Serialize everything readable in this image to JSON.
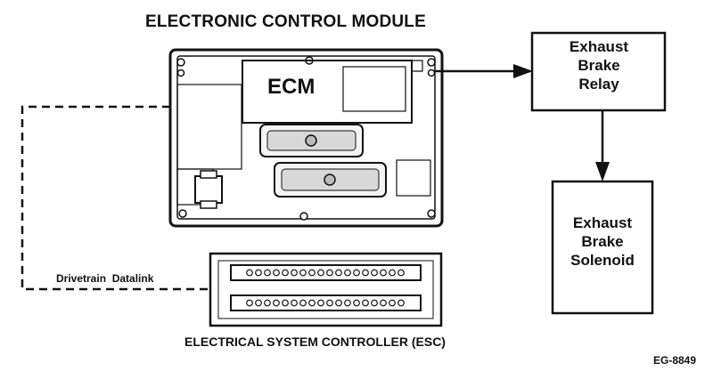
{
  "title": "ELECTRONIC CONTROL MODULE",
  "ecm": {
    "label": "ECM"
  },
  "relay": {
    "lines": [
      "Exhaust",
      "Brake",
      "Relay"
    ]
  },
  "solenoid": {
    "lines": [
      "Exhaust",
      "Brake",
      "Solenoid"
    ]
  },
  "datalink": {
    "label": "Drivetrain  Datalink"
  },
  "esc": {
    "label": "ELECTRICAL SYSTEM CONTROLLER (ESC)"
  },
  "figure_id": "EG-8849"
}
